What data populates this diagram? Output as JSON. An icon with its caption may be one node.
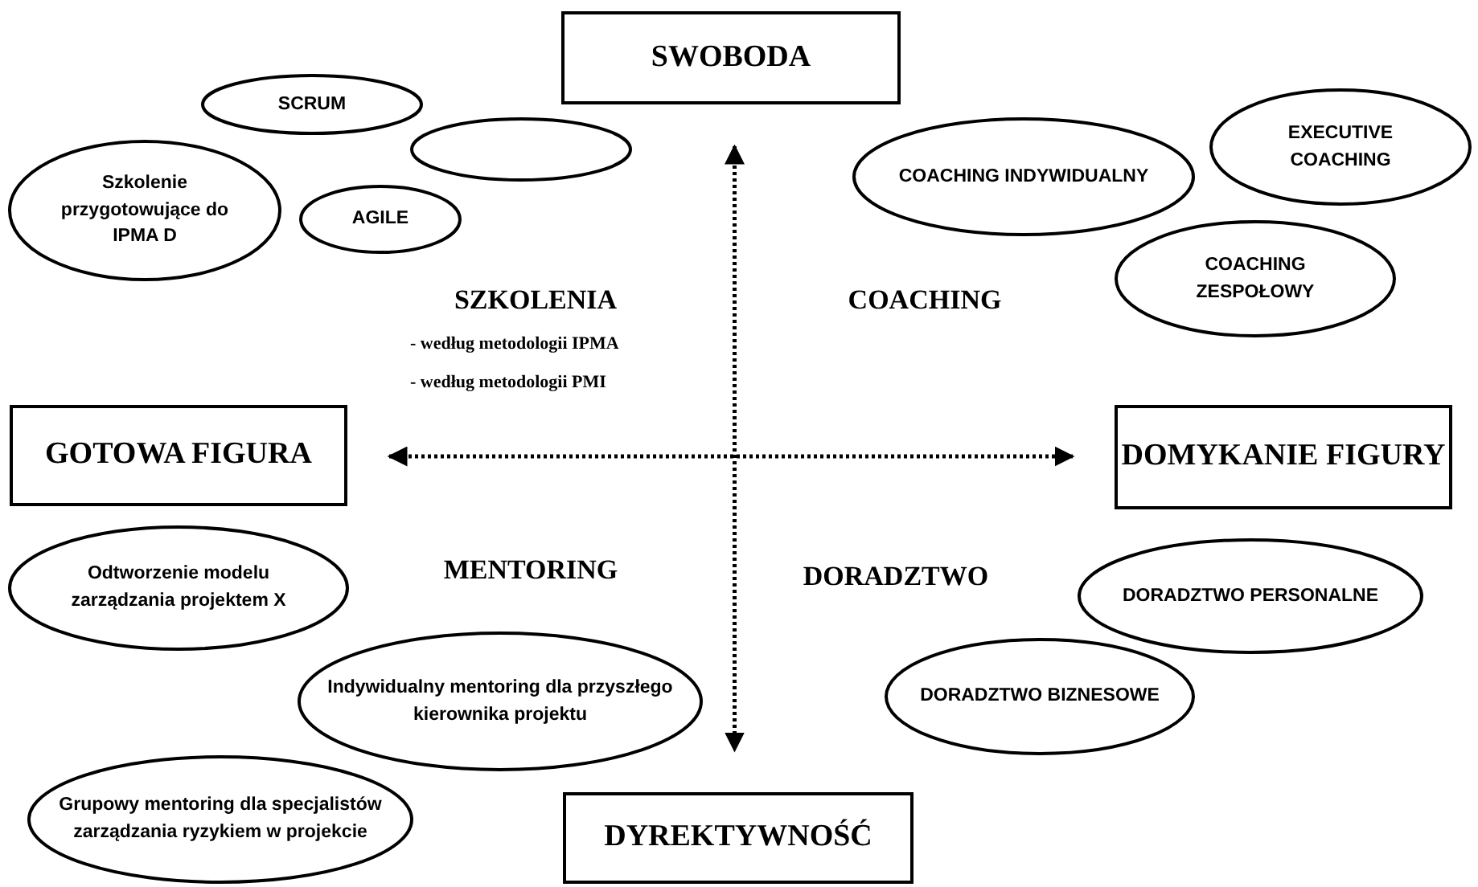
{
  "diagram": {
    "nodes": [
      {
        "text": [
          "SWOBODA"
        ]
      },
      {
        "text": [
          "SCRUM"
        ]
      },
      {
        "text": [],
        "shape": "ellipse"
      },
      {
        "text": [
          "Szkolenie przygotowujące do IPMA D"
        ]
      },
      {
        "text": [
          "AGILE"
        ]
      },
      {
        "text": [
          "COACHING INDYWIDUALNY"
        ]
      },
      {
        "text": [
          "EXECUTIVE COACHING"
        ]
      },
      {
        "text": [
          "COACHING ZESPOŁOWY"
        ]
      },
      {
        "text": [
          "GOTOWA FIGURA"
        ]
      },
      {
        "text": [
          "DOMYKANIE FIGURY"
        ]
      },
      {
        "text": [
          "Odtworzenie modelu zarządzania projektem X"
        ]
      },
      {
        "text": [
          "DORADZTWO PERSONALNE"
        ]
      },
      {
        "text": [
          "Indywidualny mentoring dla przyszłego kierownika projektu"
        ]
      },
      {
        "text": [
          "DORADZTWO BIZNESOWE"
        ]
      },
      {
        "text": [
          "Grupowy mentoring dla specjalistów zarządzania ryzykiem w projekcie"
        ]
      },
      {
        "text": [
          "DYREKTYWNOŚĆ"
        ]
      }
    ],
    "edges": [
      {
        "from": 0,
        "to": 15,
        "arrow": "both",
        "style": "dashed"
      },
      {
        "from": 8,
        "to": 9,
        "arrow": "both",
        "style": "dashed"
      }
    ],
    "labels": [
      "SZKOLENIA",
      "COACHING",
      "- według metodologii IPMA",
      "- według metodologii PMI",
      "MENTORING",
      "DORADZTWO"
    ]
  }
}
